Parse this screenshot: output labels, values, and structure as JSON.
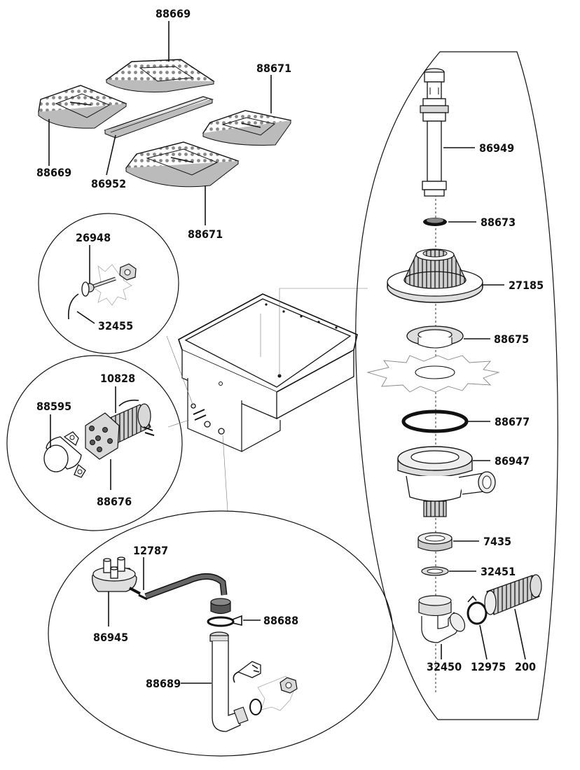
{
  "labels": {
    "l88669_top": "88669",
    "l88669_left": "88669",
    "l88671_top": "88671",
    "l88671_bottom": "88671",
    "l86952": "86952",
    "l26948": "26948",
    "l32455": "32455",
    "l10828": "10828",
    "l88595": "88595",
    "l88676": "88676",
    "l12787": "12787",
    "l86945": "86945",
    "l88688": "88688",
    "l88689": "88689",
    "l86949": "86949",
    "l88673": "88673",
    "l27185": "27185",
    "l88675": "88675",
    "l88677": "88677",
    "l86947": "86947",
    "l7435": "7435",
    "l32451": "32451",
    "l32450": "32450",
    "l12975": "12975",
    "l200": "200"
  }
}
